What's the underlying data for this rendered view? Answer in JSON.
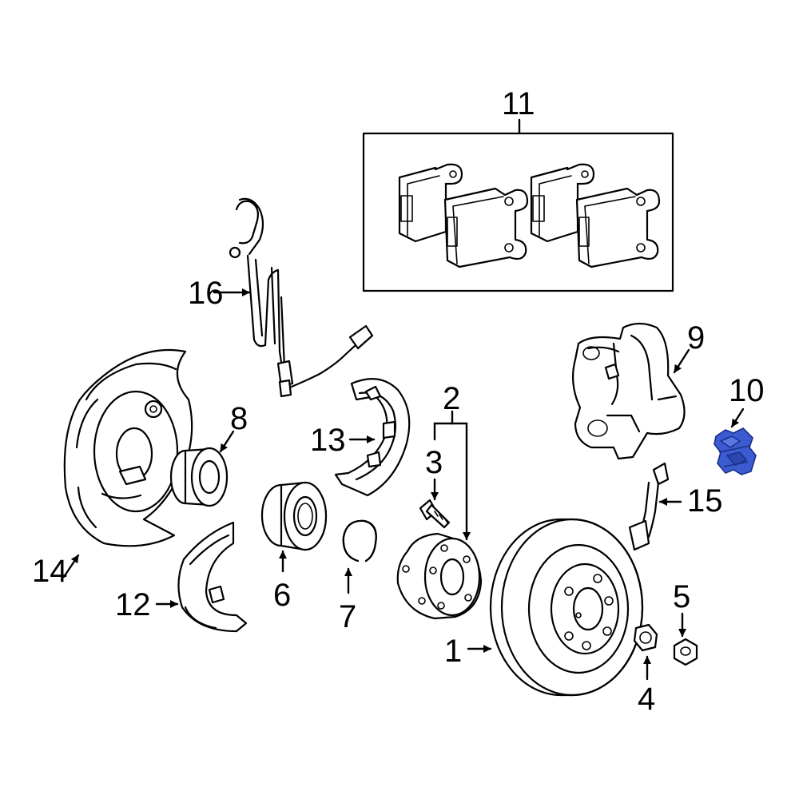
{
  "callouts": {
    "c1": "1",
    "c2": "2",
    "c3": "3",
    "c4": "4",
    "c5": "5",
    "c6": "6",
    "c7": "7",
    "c8": "8",
    "c9": "9",
    "c10": "10",
    "c11": "11",
    "c12": "12",
    "c13": "13",
    "c14": "14",
    "c15": "15",
    "c16": "16"
  },
  "colors": {
    "line": "#000000",
    "background": "#ffffff",
    "highlight_fill": "#3b5bd0",
    "highlight_stroke": "#1a2f8a"
  },
  "highlighted_part": "10"
}
